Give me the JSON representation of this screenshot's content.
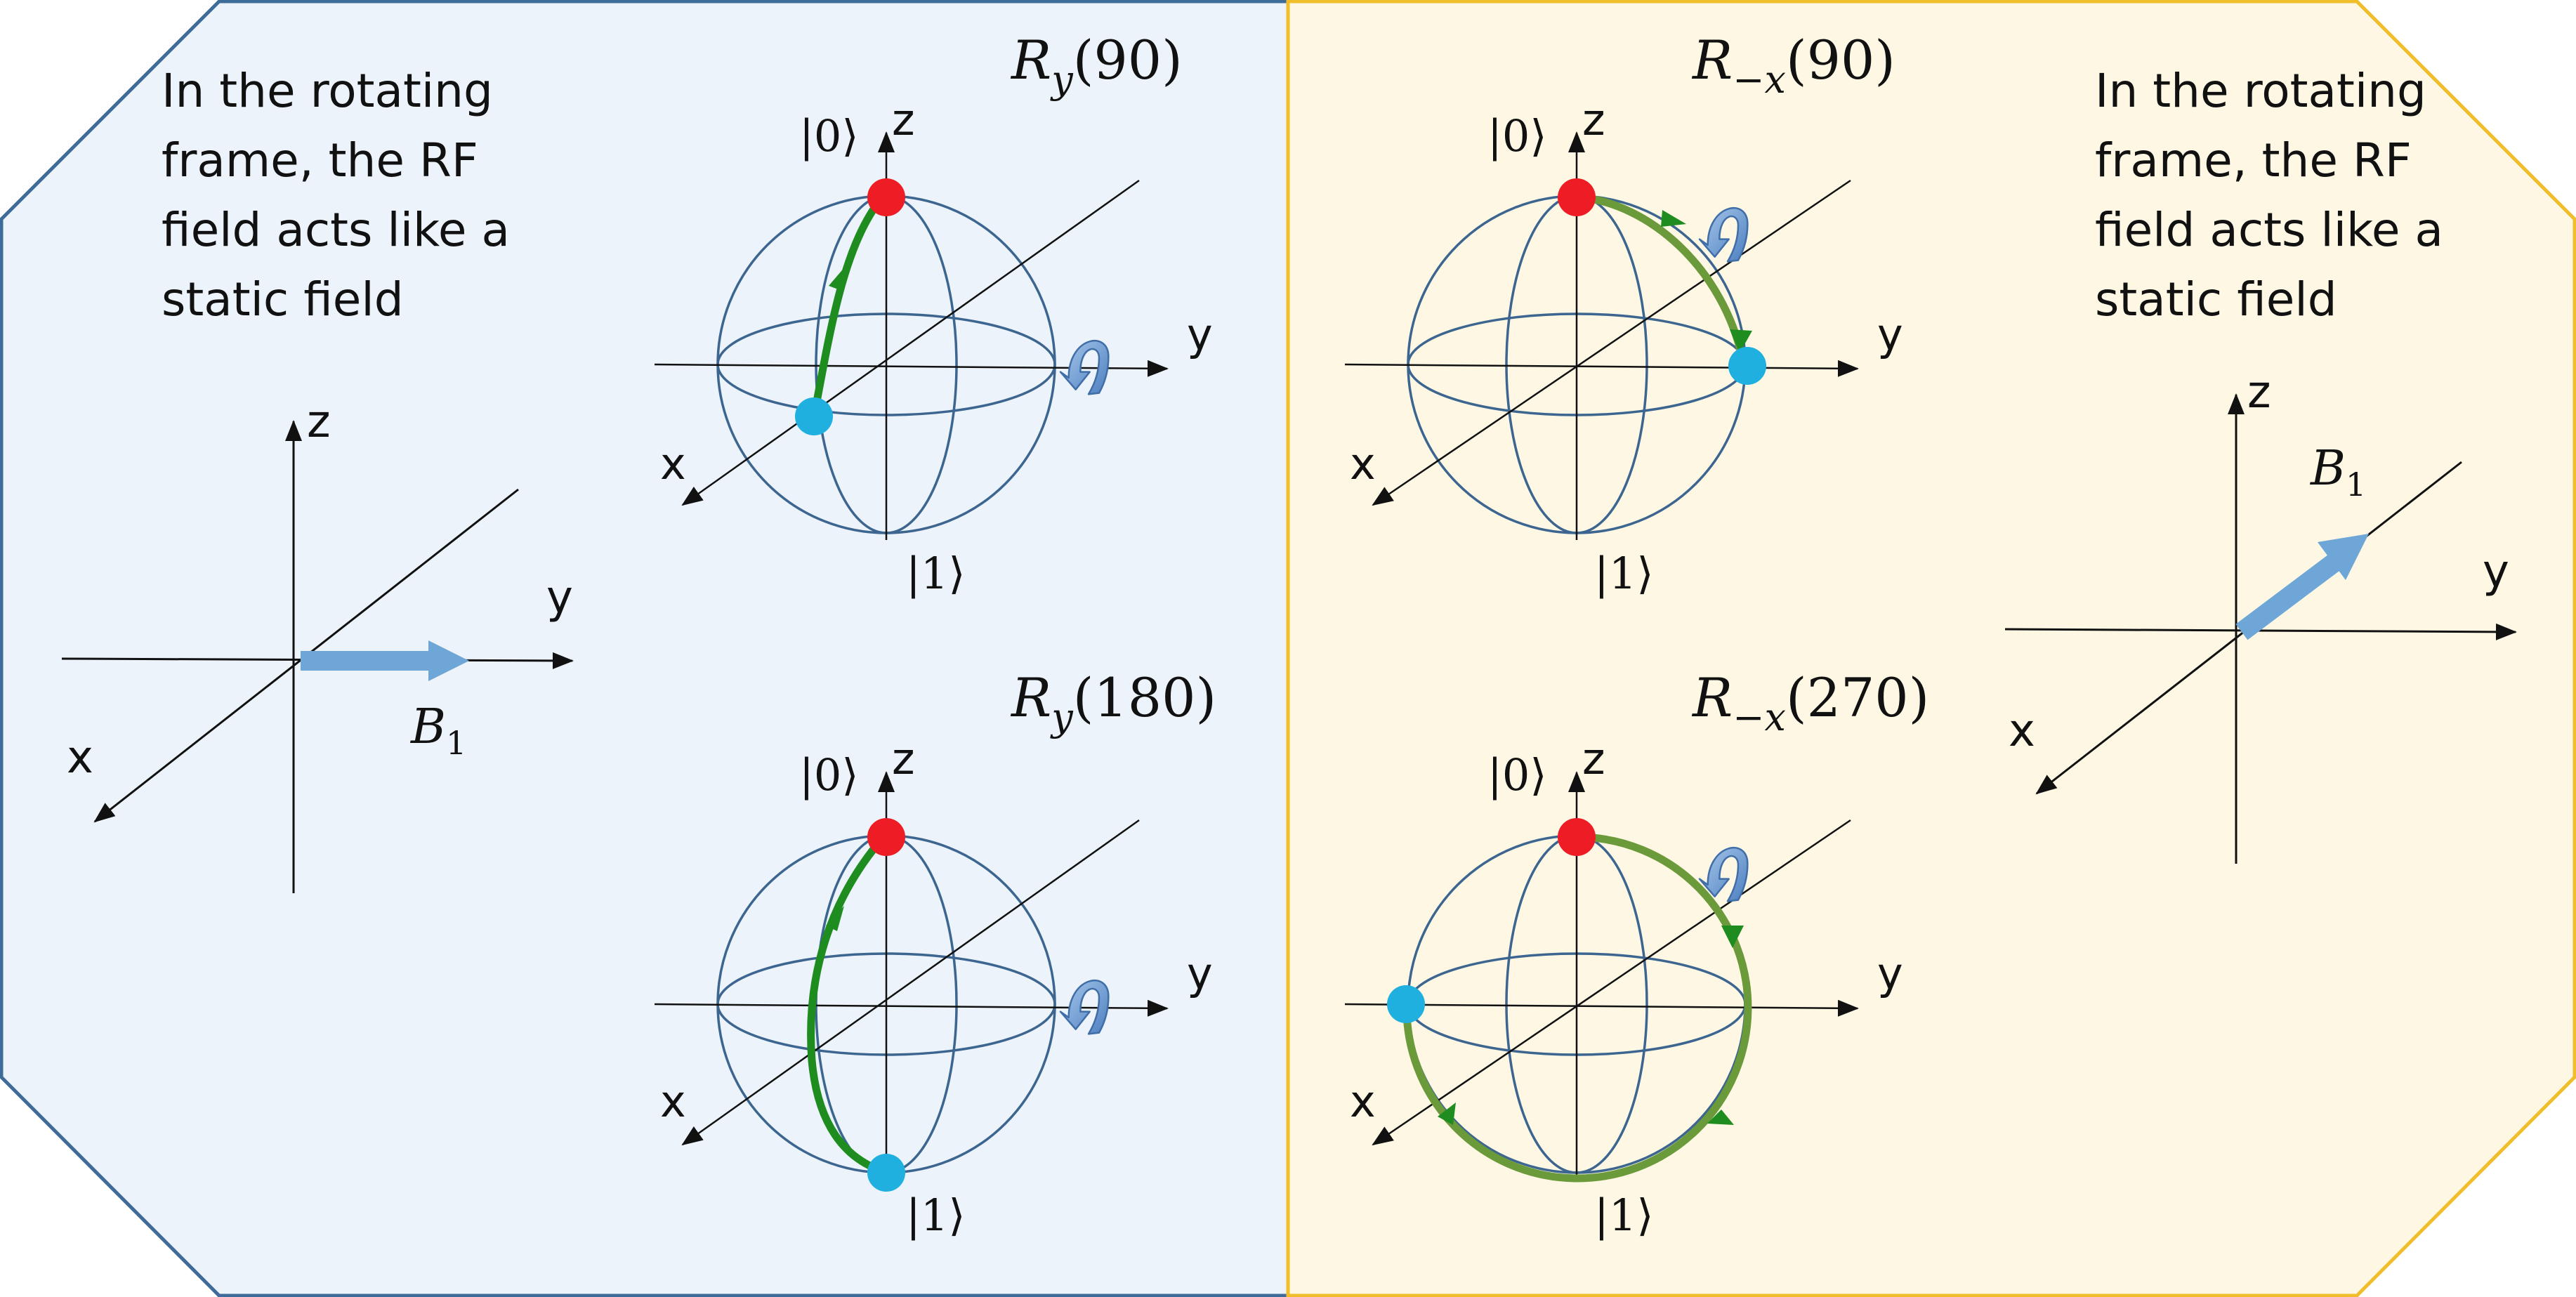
{
  "colors": {
    "left_panel_fill": "#ecf3fa",
    "left_panel_border": "#3f6b99",
    "right_panel_fill": "#fdf7e4",
    "right_panel_border": "#f0be2a",
    "sphere_line": "#3c6590",
    "state_zero_dot": "#ee1c24",
    "state_final_dot": "#20b0e0",
    "path_green": "#1e8c1e",
    "path_olive": "#6b9a3a",
    "b1_arrow": "#6ea6d8",
    "rotation_icon": "#7aa8dc"
  },
  "icons": {
    "rotation": "curved-rotation-arrow-icon",
    "field_vector": "b1-field-arrow-icon"
  },
  "left_panel": {
    "caption_lines": [
      "In the rotating",
      "frame, the RF",
      "field acts like a",
      "static field"
    ],
    "axes": {
      "z": "z",
      "y": "y",
      "x": "x"
    },
    "field_label_base": "B",
    "field_label_sub": "1"
  },
  "right_panel": {
    "caption_lines": [
      "In the rotating",
      "frame, the RF",
      "field acts like a",
      "static field"
    ],
    "axes": {
      "z": "z",
      "y": "y",
      "x": "x"
    },
    "field_label_base": "B",
    "field_label_sub": "1"
  },
  "spheres": [
    {
      "id": "ry90",
      "title_base": "R",
      "title_sub": "y",
      "title_arg": "(90)",
      "ket_top": "|0⟩",
      "ket_bottom": "|1⟩",
      "axis_z": "z",
      "axis_y": "y",
      "axis_x": "x"
    },
    {
      "id": "ry180",
      "title_base": "R",
      "title_sub": "y",
      "title_arg": "(180)",
      "ket_top": "|0⟩",
      "ket_bottom": "|1⟩",
      "axis_z": "z",
      "axis_y": "y",
      "axis_x": "x"
    },
    {
      "id": "rmx90",
      "title_base": "R",
      "title_sub": "−x",
      "title_arg": "(90)",
      "ket_top": "|0⟩",
      "ket_bottom": "|1⟩",
      "axis_z": "z",
      "axis_y": "y",
      "axis_x": "x"
    },
    {
      "id": "rmx270",
      "title_base": "R",
      "title_sub": "−x",
      "title_arg": "(270)",
      "ket_top": "|0⟩",
      "ket_bottom": "|1⟩",
      "axis_z": "z",
      "axis_y": "y",
      "axis_x": "x"
    }
  ]
}
